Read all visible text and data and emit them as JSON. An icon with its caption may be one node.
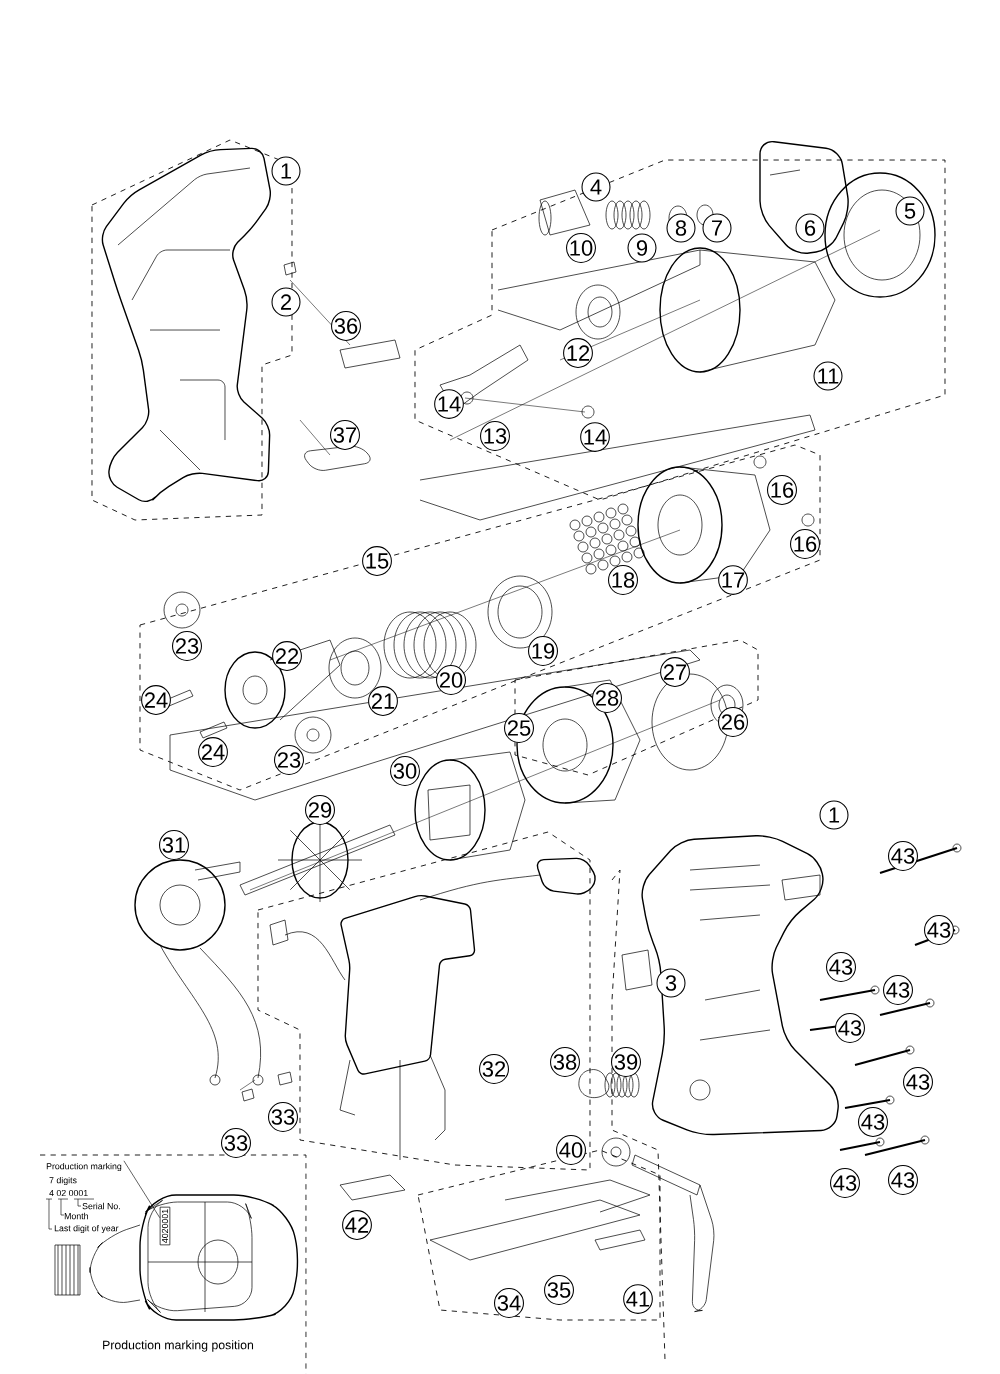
{
  "diagram": {
    "nodes": [
      {
        "text": [
          "Production marking"
        ]
      },
      {
        "text": [
          "4020001"
        ]
      }
    ],
    "edges": [
      {
        "from": 0,
        "to": 1,
        "arrow": "none"
      }
    ],
    "labels": [
      "1",
      "4",
      "5",
      "6",
      "7",
      "8",
      "10",
      "9",
      "2",
      "36",
      "12",
      "11",
      "14",
      "37",
      "13",
      "14",
      "16",
      "16",
      "15",
      "18",
      "17",
      "23",
      "19",
      "22",
      "27",
      "20",
      "28",
      "24",
      "21",
      "26",
      "25",
      "24",
      "23",
      "30",
      "29",
      "1",
      "31",
      "43",
      "43",
      "43",
      "3",
      "43",
      "43",
      "38",
      "39",
      "32",
      "43",
      "33",
      "43",
      "33",
      "40",
      "43",
      "43",
      "42",
      "35",
      "41",
      "34",
      "7 digits",
      "4 02 0001",
      "Serial No.",
      "Month",
      "Last digit of year",
      "Production marking position"
    ]
  }
}
